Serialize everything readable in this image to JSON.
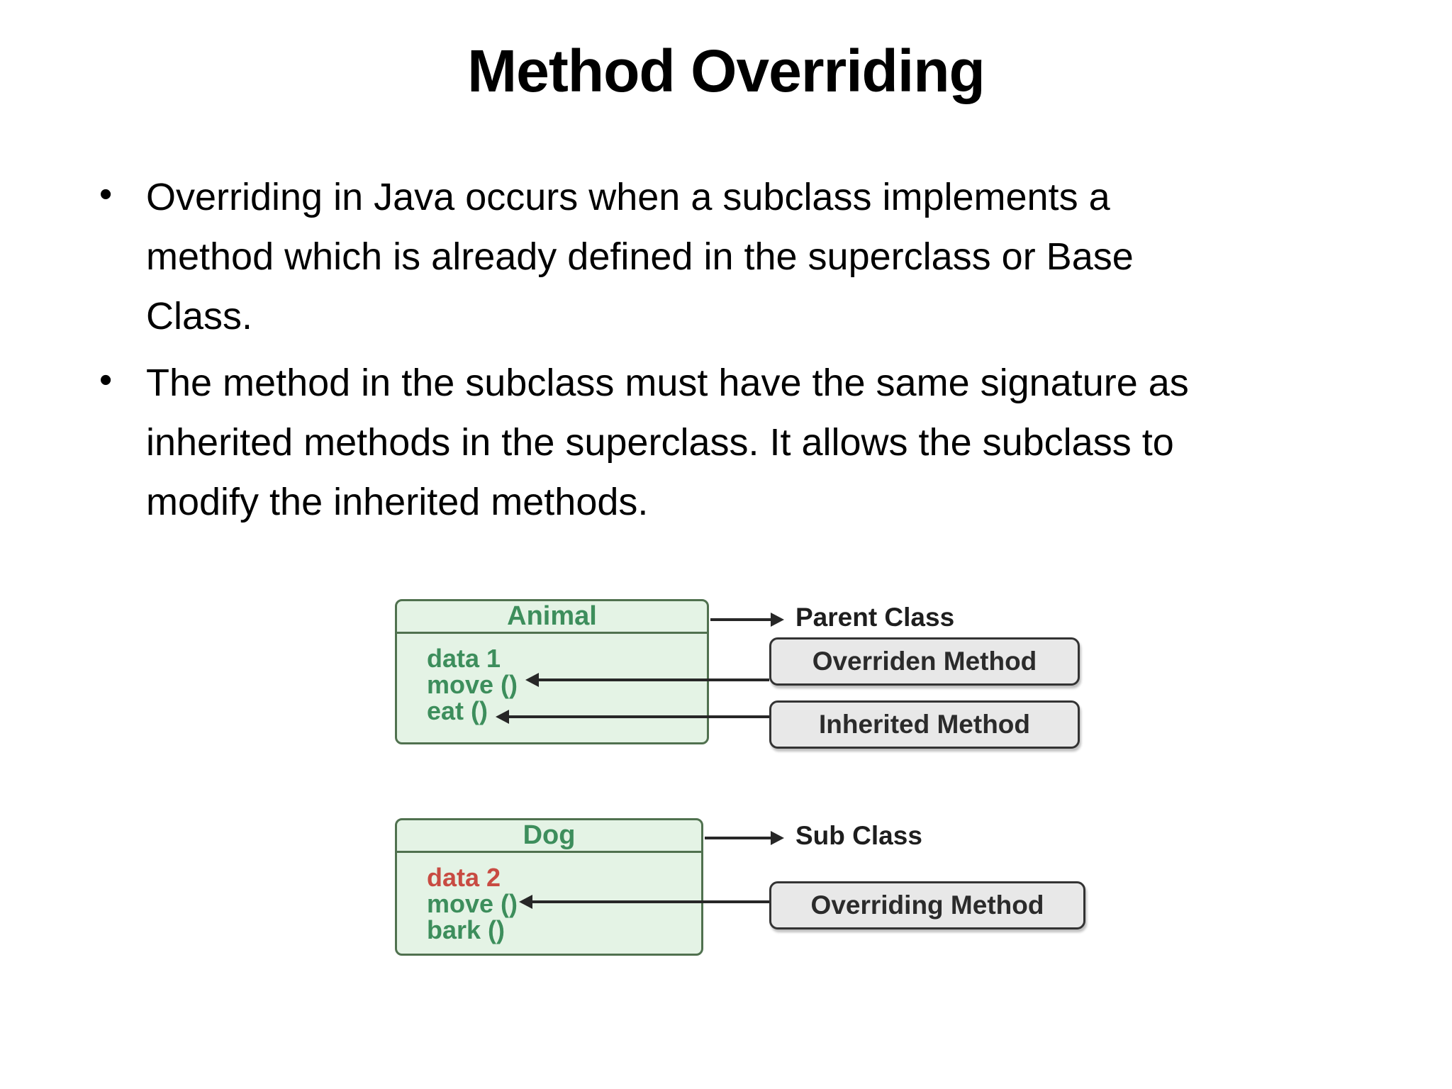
{
  "slide": {
    "title": "Method Overriding",
    "bullets": [
      {
        "lines": [
          "Overriding in Java occurs when a subclass implements a",
          "method which is already defined in the superclass or Base",
          "Class."
        ]
      },
      {
        "lines": [
          "The method in the subclass must have the same signature as",
          "inherited methods in the superclass. It allows the subclass to",
          "modify the inherited methods."
        ]
      }
    ]
  },
  "diagram": {
    "parent_class": {
      "name": "Animal",
      "members": [
        "data 1",
        "move ()",
        "eat ()"
      ],
      "label": "Parent Class",
      "annotations": [
        "Overriden Method",
        "Inherited Method"
      ]
    },
    "sub_class": {
      "name": "Dog",
      "members": [
        "data 2",
        "move ()",
        "bark ()"
      ],
      "label": "Sub Class",
      "annotations": [
        "Overriding Method"
      ]
    },
    "colors": {
      "class_box_fill": "#e4f3e5",
      "class_box_border": "#50714f",
      "class_text_green": "#3d8e5c",
      "member_red": "#c84b42",
      "annotation_fill": "#e8e8e8",
      "annotation_border": "#333333",
      "annotation_text": "#2b2b2b",
      "arrow": "#272727",
      "body_text": "#000000"
    }
  }
}
